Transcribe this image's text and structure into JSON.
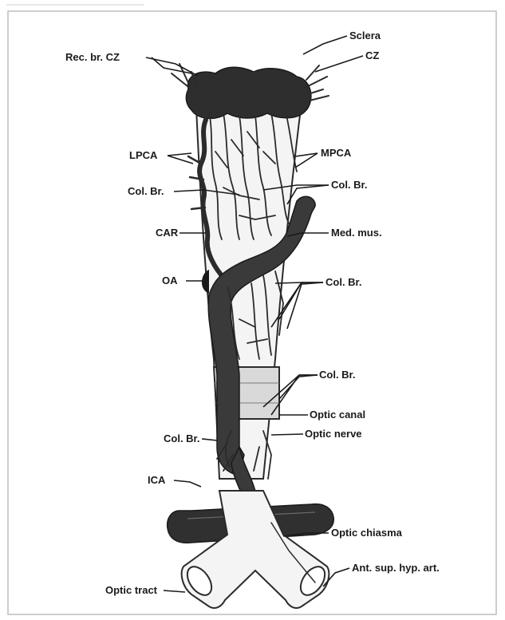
{
  "figure": {
    "labels": {
      "sclera": "Sclera",
      "cz": "CZ",
      "rec_br_cz": "Rec. br. CZ",
      "lpca": "LPCA",
      "mpca": "MPCA",
      "col_br_left_upper": "Col. Br.",
      "col_br_right_upper": "Col. Br.",
      "car": "CAR",
      "med_mus": "Med. mus.",
      "oa": "OA",
      "col_br_right_mid": "Col. Br.",
      "col_br_right_canal": "Col. Br.",
      "optic_canal": "Optic canal",
      "optic_nerve": "Optic nerve",
      "col_br_left_lower": "Col. Br.",
      "ica": "ICA",
      "optic_chiasma": "Optic chiasma",
      "optic_tract": "Optic tract",
      "ant_sup_hyp_art": "Ant. sup. hyp. art."
    }
  }
}
